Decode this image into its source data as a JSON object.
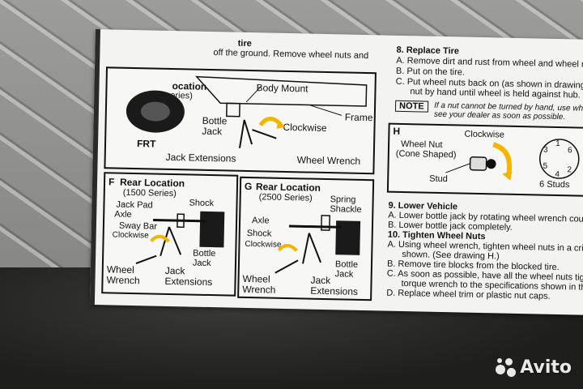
{
  "top_left": {
    "line1": "tire",
    "line2": "off the ground. Remove wheel nuts and"
  },
  "drawing_front": {
    "title": "ocation",
    "series": "eries)",
    "body_mount": "Body Mount",
    "bottle_jack": "Bottle\nJack",
    "clockwise": "Clockwise",
    "frame": "Frame",
    "frt": "FRT",
    "jack_extensions": "Jack Extensions",
    "wheel_wrench": "Wheel  Wrench"
  },
  "panel_f": {
    "letter": "F",
    "title": "Rear Location",
    "series": "(1500 Series)",
    "jack_pad": "Jack Pad",
    "shock": "Shock",
    "axle": "Axle",
    "sway_bar": "Sway Bar",
    "clockwise": "Clockwise",
    "bottle_jack": "Bottle\nJack",
    "wheel_wrench": "Wheel\nWrench",
    "jack_extensions": "Jack\nExtensions"
  },
  "panel_g": {
    "letter": "G",
    "title": "Rear Location",
    "series": "(2500 Series)",
    "spring_shackle": "Spring\nShackle",
    "axle": "Axle",
    "shock": "Shock",
    "clockwise": "Clockwise",
    "bottle_jack": "Bottle\nJack",
    "wheel_wrench": "Wheel\nWrench",
    "jack_extensions": "Jack\nExtensions"
  },
  "section8": {
    "heading": "8.  Replace Tire",
    "a": "A.  Remove dirt and rust from wheel and wheel mou",
    "b": "B.  Put on the tire.",
    "c1": "C.  Put wheel nuts back on (as shown in drawing H), t",
    "c2": "nut by hand until wheel is held against hub.",
    "note_label": "NOTE",
    "note1": "If a nut cannot be turned by hand, use whee",
    "note2": "see your dealer as soon as possible."
  },
  "panel_h": {
    "letter": "H",
    "clockwise": "Clockwise",
    "wheel_nut": "Wheel Nut",
    "cone_shaped": "(Cone Shaped)",
    "stud": "Stud",
    "studs6": "6 Studs",
    "nums": [
      "1",
      "2",
      "3",
      "4",
      "5",
      "6"
    ]
  },
  "section9": {
    "heading": "9.  Lower Vehicle",
    "a": "A.  Lower bottle jack by rotating wheel wrench counter",
    "b": "B.  Lower bottle jack completely."
  },
  "section10": {
    "heading": "10.  Tighten Wheel Nuts",
    "a1": "A.  Using wheel wrench, tighten wheel nuts in a criss",
    "a2": "shown. (See drawing H.)",
    "b": "B.  Remove tire blocks from the blocked tire.",
    "c1": "C.  As soon as possible, have all the wheel nuts tigh",
    "c2": "torque wrench to the specifications shown in the",
    "d": "D.  Replace wheel trim or plastic nut caps."
  },
  "watermark": {
    "text": "Avito"
  }
}
